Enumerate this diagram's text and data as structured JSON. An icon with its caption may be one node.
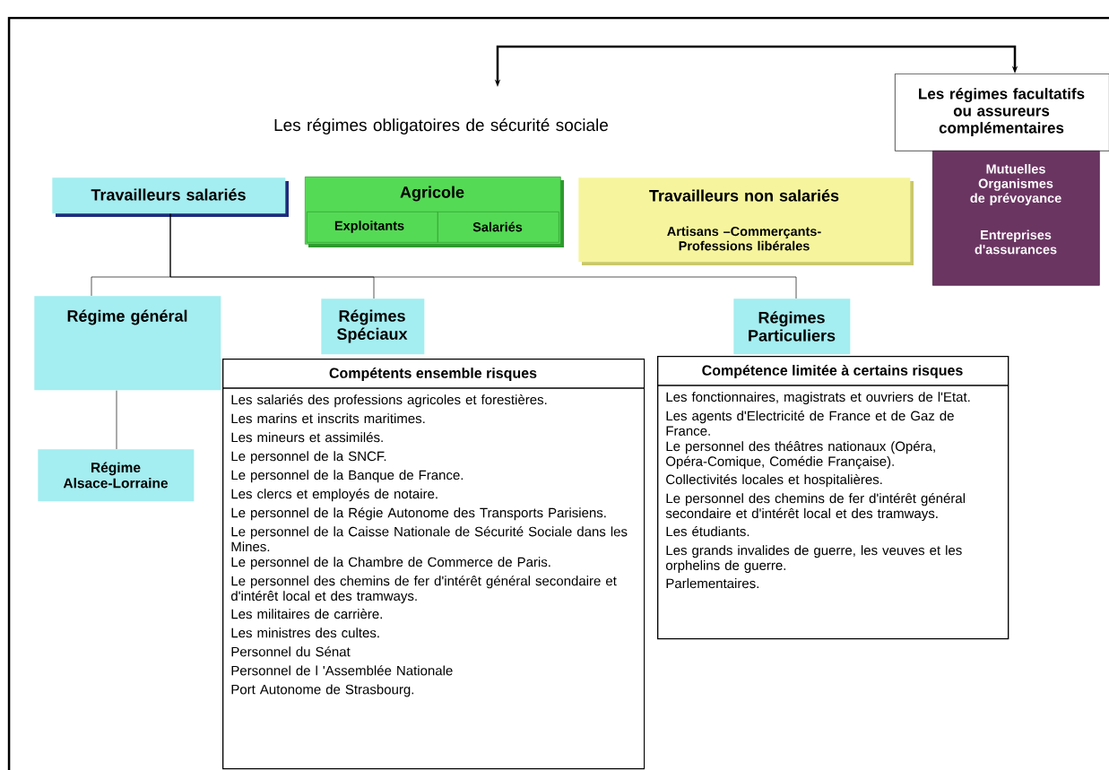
{
  "diagram": {
    "nodes": [
      {
        "text": [
          "Les régimes obligatoires de sécurité sociale"
        ]
      },
      {
        "text": [
          "Les régimes facultatifs ou assureurs complémentaires"
        ]
      },
      {
        "text": [
          "Mutuelles Organismes de prévoyance",
          "Entreprises d'assurances"
        ]
      },
      {
        "text": [
          "Travailleurs salariés"
        ]
      },
      {
        "text": [
          "Agricole"
        ]
      },
      {
        "text": [
          "Exploitants"
        ],
        "in": 4
      },
      {
        "text": [
          "Salariés"
        ],
        "in": 4
      },
      {
        "text": [
          "Travailleurs non salariés",
          "Artisans –Commerçants- Professions libérales"
        ]
      },
      {
        "text": [
          "Régime général"
        ]
      },
      {
        "text": [
          "Régimes Spéciaux"
        ]
      },
      {
        "text": [
          "Régimes Particuliers"
        ]
      },
      {
        "text": [
          "Régime Alsace-Lorraine"
        ]
      },
      {
        "text": [
          "Compétents ensemble risques",
          "Les salariés des professions agricoles et  forestières.",
          "Les marins et inscrits maritimes.",
          "Les mineurs et assimilés.",
          "Le personnel de la SNCF.",
          "Le personnel de la Banque de France.",
          "Les clercs et employés de notaire.",
          "Le personnel de la Régie Autonome des Transports Parisiens.",
          "Le personnel de la Caisse Nationale de Sécurité Sociale dans les Mines.",
          "Le personnel de la Chambre de Commerce de Paris.",
          "Le personnel des chemins de fer d'intérêt général secondaire et d'intérêt local et des tramways.",
          "Les militaires de carrière.",
          "Les ministres des cultes.",
          "Personnel du Sénat",
          "Personnel de l 'Assemblée Nationale",
          "Port Autonome de Strasbourg."
        ]
      },
      {
        "text": [
          "Compétence limitée à certains risques",
          "Les fonctionnaires, magistrats et ouvriers de l'Etat.",
          "Les agents d'Electricité de France et de Gaz de France.",
          "Le personnel des théâtres nationaux (Opéra, Opéra-Comique, Comédie Française).",
          "Collectivités locales et hospitalières.",
          "Le personnel des chemins de fer d'intérêt général secondaire et d'intérêt local et des tramways.",
          "Les étudiants.",
          "Les grands invalides de guerre, les veuves et les orphelins de guerre.",
          "Parlementaires."
        ]
      }
    ],
    "edges": [
      {
        "from": 0,
        "to": 1,
        "arrow": "both"
      },
      {
        "from": 3,
        "to": 8,
        "arrow": "none"
      },
      {
        "from": 3,
        "to": 9,
        "arrow": "none"
      },
      {
        "from": 3,
        "to": 10,
        "arrow": "none"
      },
      {
        "from": 8,
        "to": 11,
        "arrow": "none"
      }
    ]
  }
}
